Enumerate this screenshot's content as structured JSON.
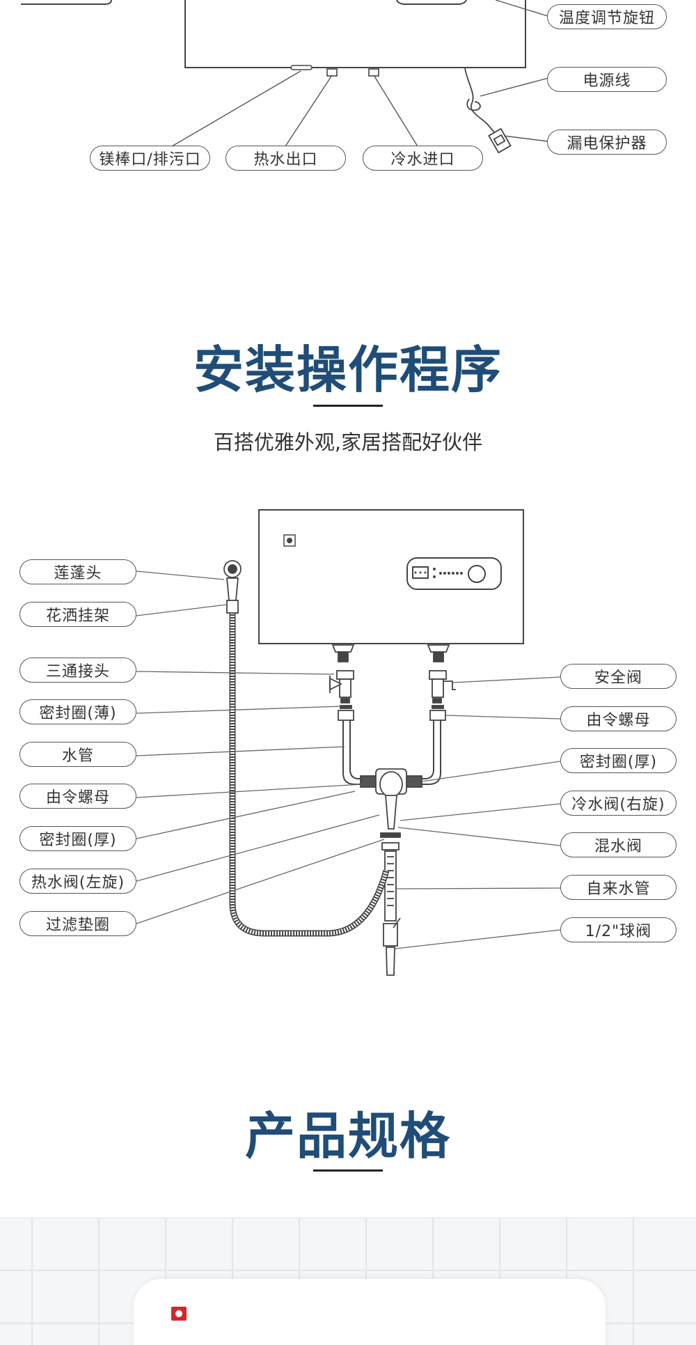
{
  "top_diagram": {
    "labels": {
      "temp_knob": "温度调节旋钮",
      "power_cord": "电源线",
      "leak_protector": "漏电保护器",
      "mg_rod_drain": "镁棒口/排污口",
      "hot_out": "热水出口",
      "cold_in": "冷水进口"
    }
  },
  "install_section": {
    "title": "安装操作程序",
    "subtitle": "百搭优雅外观,家居搭配好伙伴",
    "left_labels": [
      "莲蓬头",
      "花洒挂架",
      "三通接头",
      "密封圈(薄)",
      "水管",
      "由令螺母",
      "密封圈(厚)",
      "热水阀(左旋)",
      "过滤垫圈"
    ],
    "right_labels": [
      "安全阀",
      "由令螺母",
      "密封圈(厚)",
      "冷水阀(右旋)",
      "混水阀",
      "自来水管",
      "1/2\"球阀"
    ]
  },
  "spec_section": {
    "title": "产品规格"
  },
  "colors": {
    "title": "#1f4d78",
    "line": "#555555",
    "brand_red": "#d6262d"
  }
}
